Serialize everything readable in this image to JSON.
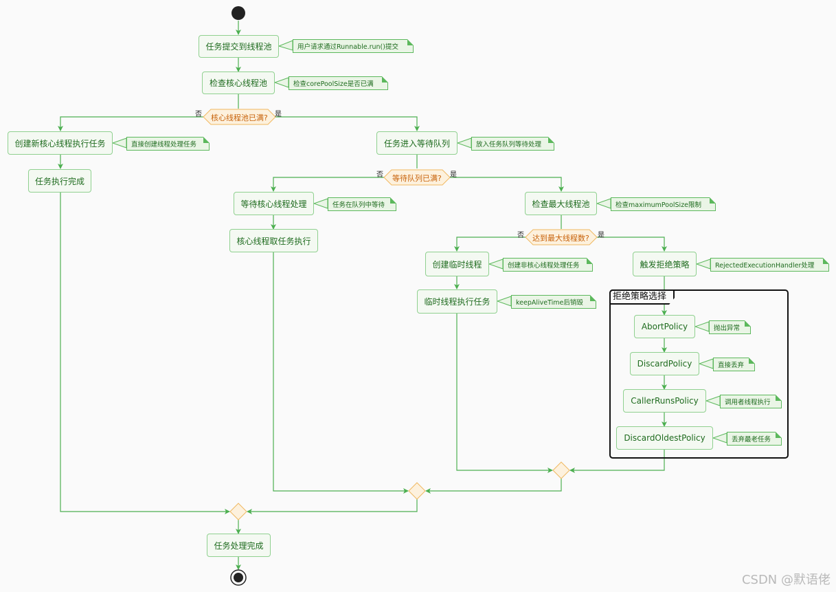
{
  "actions": {
    "submit": "任务提交到线程池",
    "check_core": "检查核心线程池",
    "create_core": "创建新核心线程执行任务",
    "core_done": "任务执行完成",
    "enter_queue": "任务进入等待队列",
    "wait_core": "等待核心线程处理",
    "core_take": "核心线程取任务执行",
    "check_max": "检查最大线程池",
    "create_temp": "创建临时线程",
    "temp_exec": "临时线程执行任务",
    "reject": "触发拒绝策略",
    "abort": "AbortPolicy",
    "discard": "DiscardPolicy",
    "caller_runs": "CallerRunsPolicy",
    "discard_oldest": "DiscardOldestPolicy",
    "finish": "任务处理完成"
  },
  "notes": {
    "submit": "用户请求通过Runnable.run()提交",
    "check_core": "检查corePoolSize是否已满",
    "create_core": "直接创建线程处理任务",
    "enter_queue": "放入任务队列等待处理",
    "wait_core": "任务在队列中等待",
    "check_max": "检查maximumPoolSize限制",
    "create_temp": "创建非核心线程处理任务",
    "temp_exec": "keepAliveTime后销毁",
    "reject": "RejectedExecutionHandler处理",
    "abort": "抛出异常",
    "discard": "直接丢弃",
    "caller_runs": "调用者线程执行",
    "discard_oldest": "丢弃最老任务"
  },
  "decisions": {
    "core_full": "核心线程池已满?",
    "queue_full": "等待队列已满?",
    "max_reached": "达到最大线程数?"
  },
  "branches": {
    "no": "否",
    "yes": "是"
  },
  "group_title": "拒绝策略选择",
  "watermark": "CSDN @默语佬",
  "colors": {
    "line": "#4caf50",
    "box_border": "#8fd08f",
    "box_fill": "#f4f9f2",
    "decision_fill": "#fdf1dd",
    "decision_border": "#f0b860",
    "decision_text": "#c8620a"
  }
}
